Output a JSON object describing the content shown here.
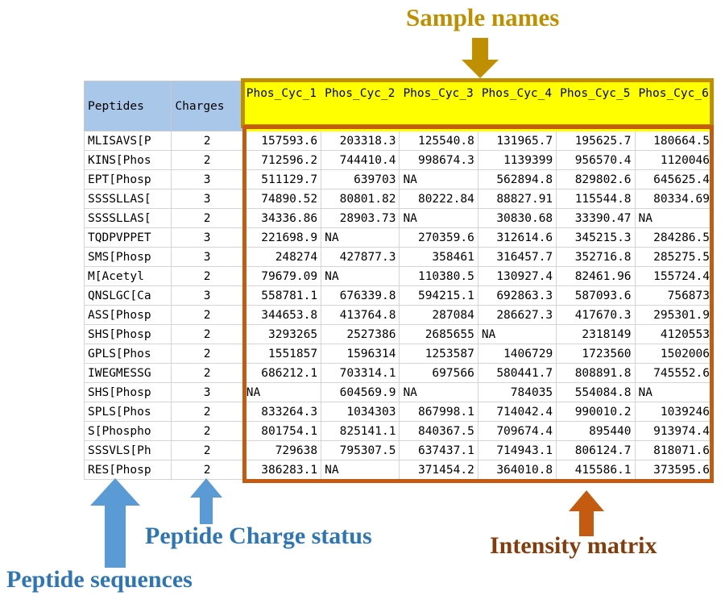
{
  "annotations": {
    "sample_names": {
      "label": "Sample names",
      "color": "#BF8F00",
      "arrow": "down-arrow-icon"
    },
    "peptide_sequences": {
      "label": "Peptide sequences",
      "color": "#2E75B6",
      "arrow": "up-arrow-icon"
    },
    "peptide_charge_status": {
      "label": "Peptide Charge status",
      "color": "#2E75B6",
      "arrow": "up-arrow-icon"
    },
    "intensity_matrix": {
      "label": "Intensity matrix",
      "color": "#843C0C",
      "arrow": "up-arrow-icon"
    }
  },
  "table": {
    "header_background": "#A9C7E8",
    "sample_header_background": "#FFFF00",
    "columns": [
      "Peptides",
      "Charges",
      "Phos_Cyc_1",
      "Phos_Cyc_2",
      "Phos_Cyc_3",
      "Phos_Cyc_4",
      "Phos_Cyc_5",
      "Phos_Cyc_6"
    ],
    "sample_columns": [
      "Phos_Cyc_1",
      "Phos_Cyc_2",
      "Phos_Cyc_3",
      "Phos_Cyc_4",
      "Phos_Cyc_5",
      "Phos_Cyc_6"
    ],
    "rows": [
      {
        "peptide": "MLISAVS[P",
        "charge": "2",
        "values": [
          "157593.6",
          "203318.3",
          "125540.8",
          "131965.7",
          "195625.7",
          "180664.5"
        ]
      },
      {
        "peptide": "KINS[Phos",
        "charge": "2",
        "values": [
          "712596.2",
          "744410.4",
          "998674.3",
          "1139399",
          "956570.4",
          "1120046"
        ]
      },
      {
        "peptide": "EPT[Phosp",
        "charge": "3",
        "values": [
          "511129.7",
          "639703",
          "NA",
          "562894.8",
          "829802.6",
          "645625.4"
        ]
      },
      {
        "peptide": "SSSSLLAS[",
        "charge": "3",
        "values": [
          "74890.52",
          "80801.82",
          "80222.84",
          "88827.91",
          "115544.8",
          "80334.69"
        ]
      },
      {
        "peptide": "SSSSLLAS[",
        "charge": "2",
        "values": [
          "34336.86",
          "28903.73",
          "NA",
          "30830.68",
          "33390.47",
          "NA"
        ]
      },
      {
        "peptide": "TQDPVPPET",
        "charge": "3",
        "values": [
          "221698.9",
          "NA",
          "270359.6",
          "312614.6",
          "345215.3",
          "284286.5"
        ]
      },
      {
        "peptide": "SMS[Phosp",
        "charge": "3",
        "values": [
          "248274",
          "427877.3",
          "358461",
          "316457.7",
          "352716.8",
          "285275.5"
        ]
      },
      {
        "peptide": "M[Acetyl",
        "charge": "2",
        "values": [
          "79679.09",
          "NA",
          "110380.5",
          "130927.4",
          "82461.96",
          "155724.4"
        ]
      },
      {
        "peptide": "QNSLGC[Ca",
        "charge": "3",
        "values": [
          "558781.1",
          "676339.8",
          "594215.1",
          "692863.3",
          "587093.6",
          "756873"
        ]
      },
      {
        "peptide": "ASS[Phosp",
        "charge": "2",
        "values": [
          "344653.8",
          "413764.8",
          "287084",
          "286627.3",
          "417670.3",
          "295301.9"
        ]
      },
      {
        "peptide": "SHS[Phosp",
        "charge": "2",
        "values": [
          "3293265",
          "2527386",
          "2685655",
          "NA",
          "2318149",
          "4120553"
        ]
      },
      {
        "peptide": "GPLS[Phos",
        "charge": "2",
        "values": [
          "1551857",
          "1596314",
          "1253587",
          "1406729",
          "1723560",
          "1502006"
        ]
      },
      {
        "peptide": "IWEGMESSG",
        "charge": "2",
        "values": [
          "686212.1",
          "703314.1",
          "697566",
          "580441.7",
          "808891.8",
          "745552.6"
        ]
      },
      {
        "peptide": "SHS[Phosp",
        "charge": "3",
        "values": [
          "NA",
          "604569.9",
          "NA",
          "784035",
          "554084.8",
          "NA"
        ]
      },
      {
        "peptide": "SPLS[Phos",
        "charge": "2",
        "values": [
          "833264.3",
          "1034303",
          "867998.1",
          "714042.4",
          "990010.2",
          "1039246"
        ]
      },
      {
        "peptide": "S[Phospho",
        "charge": "2",
        "values": [
          "801754.1",
          "825141.1",
          "840367.5",
          "709674.4",
          "895440",
          "913974.4"
        ]
      },
      {
        "peptide": "SSSVLS[Ph",
        "charge": "2",
        "values": [
          "729638",
          "795307.5",
          "637437.1",
          "714943.1",
          "806124.7",
          "818071.6"
        ]
      },
      {
        "peptide": "RES[Phosp",
        "charge": "2",
        "values": [
          "386283.1",
          "NA",
          "371454.2",
          "364010.8",
          "415586.1",
          "373595.6"
        ]
      }
    ]
  }
}
